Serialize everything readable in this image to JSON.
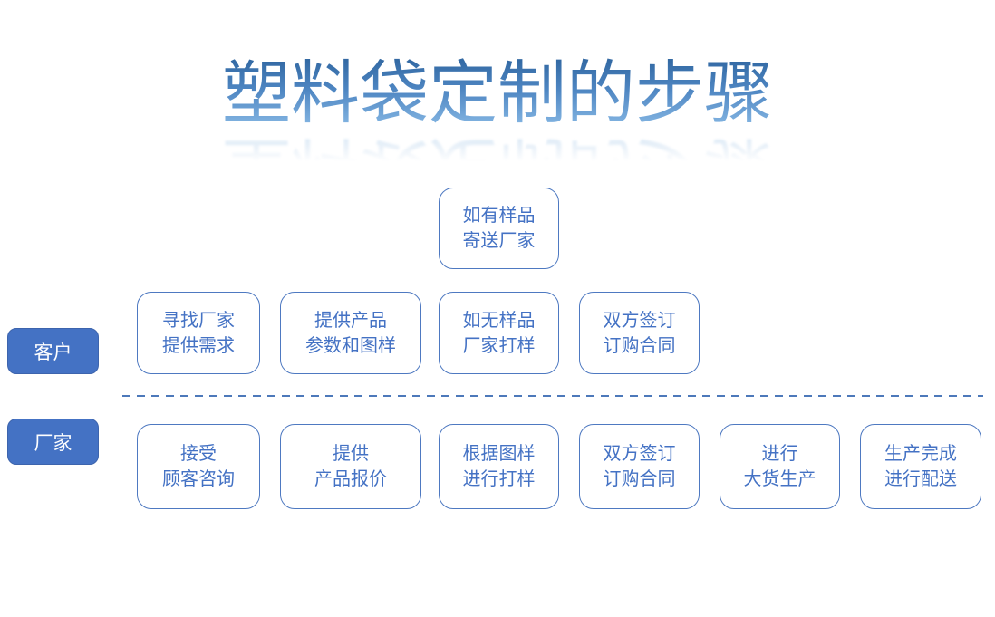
{
  "title": "塑料袋定制的步骤",
  "colors": {
    "accent_fill": "#4472C4",
    "box_border": "#4E79C1",
    "box_text": "#4472C4",
    "divider": "#4D79BA",
    "title_gradient_top": "#2E649E",
    "title_gradient_bottom": "#8FBFE9"
  },
  "sample_box": {
    "line1": "如有样品",
    "line2": "寄送厂家"
  },
  "lanes": [
    {
      "label": "客户",
      "boxes": [
        {
          "line1": "寻找厂家",
          "line2": "提供需求"
        },
        {
          "line1": "提供产品",
          "line2": "参数和图样"
        },
        {
          "line1": "如无样品",
          "line2": "厂家打样"
        },
        {
          "line1": "双方签订",
          "line2": "订购合同"
        }
      ]
    },
    {
      "label": "厂家",
      "boxes": [
        {
          "line1": "接受",
          "line2": "顾客咨询"
        },
        {
          "line1": "提供",
          "line2": "产品报价"
        },
        {
          "line1": "根据图样",
          "line2": "进行打样"
        },
        {
          "line1": "双方签订",
          "line2": "订购合同"
        },
        {
          "line1": "进行",
          "line2": "大货生产"
        },
        {
          "line1": "生产完成",
          "line2": "进行配送"
        }
      ]
    }
  ]
}
